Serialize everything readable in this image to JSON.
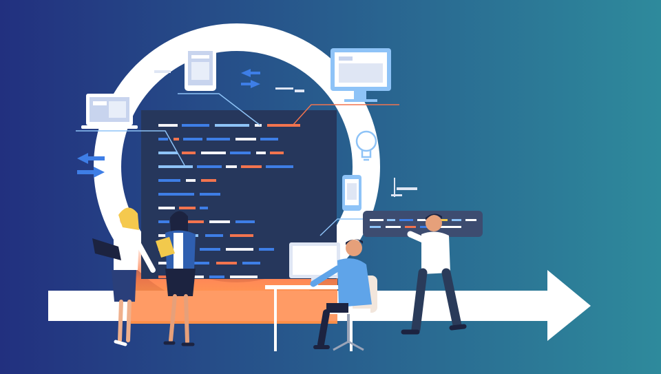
{
  "illustration": {
    "theme": "software development lifecycle",
    "colors": {
      "bg_left": "#22307f",
      "bg_right": "#2e8a9c",
      "ring": "#ffffff",
      "code_panel": "#2d3f63",
      "code_panel_glow": "#ff7a45",
      "accent_orange": "#f2744f",
      "accent_blue": "#3e7ee6",
      "accent_light_blue": "#8ec3f7",
      "line_white": "#f4f4f8"
    },
    "icons": [
      "laptop-icon",
      "tablet-icon",
      "desktop-monitor-icon",
      "smartphone-icon",
      "lightbulb-icon",
      "arrows-exchange-icon",
      "progress-arrow-icon"
    ],
    "people": [
      "woman-with-laptop",
      "woman-with-tablet",
      "man-at-desk",
      "man-presenting"
    ]
  }
}
